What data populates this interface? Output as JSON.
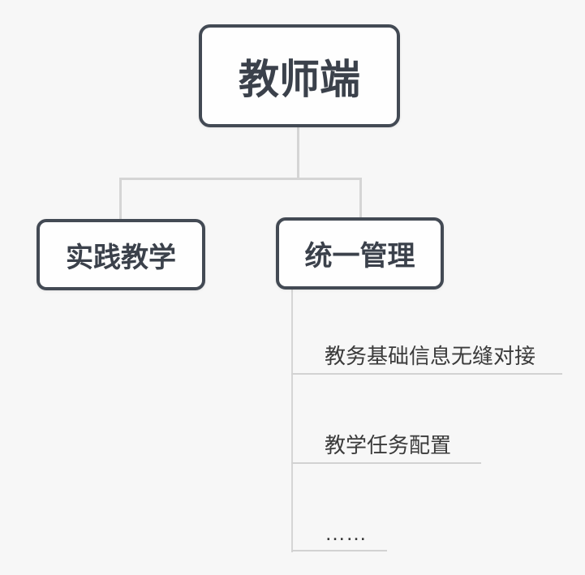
{
  "diagram": {
    "type": "mindmap-tree",
    "root": {
      "label": "教师端"
    },
    "children": [
      {
        "label": "实践教学",
        "items": []
      },
      {
        "label": "统一管理",
        "items": [
          "教务基础信息无缝对接",
          "教学任务配置",
          "……"
        ]
      }
    ]
  },
  "colors": {
    "canvas_background": "#f7f7f7",
    "node_fill": "#fefefe",
    "node_border": "#434a54",
    "node_text": "#3b414b",
    "connector_line": "#d5d5d5",
    "leaf_underline": "#d2d2d2",
    "leaf_text": "#3b3b3b"
  }
}
